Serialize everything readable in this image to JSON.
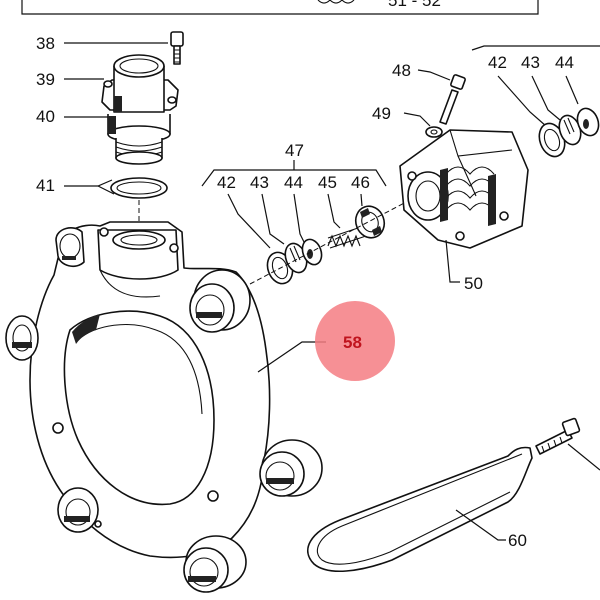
{
  "callouts": {
    "c38": "38",
    "c39": "39",
    "c40": "40",
    "c41": "41",
    "c42a": "42",
    "c43a": "43",
    "c44a": "44",
    "c45": "45",
    "c46": "46",
    "c47": "47",
    "c48": "48",
    "c49": "49",
    "c42b": "42",
    "c43b": "43",
    "c44b": "44",
    "c50": "50",
    "c58": "58",
    "c60": "60",
    "c_top": "51 - 52"
  },
  "colors": {
    "highlight": "#f47c82",
    "highlight_text": "#c0141e",
    "line": "#111111"
  }
}
